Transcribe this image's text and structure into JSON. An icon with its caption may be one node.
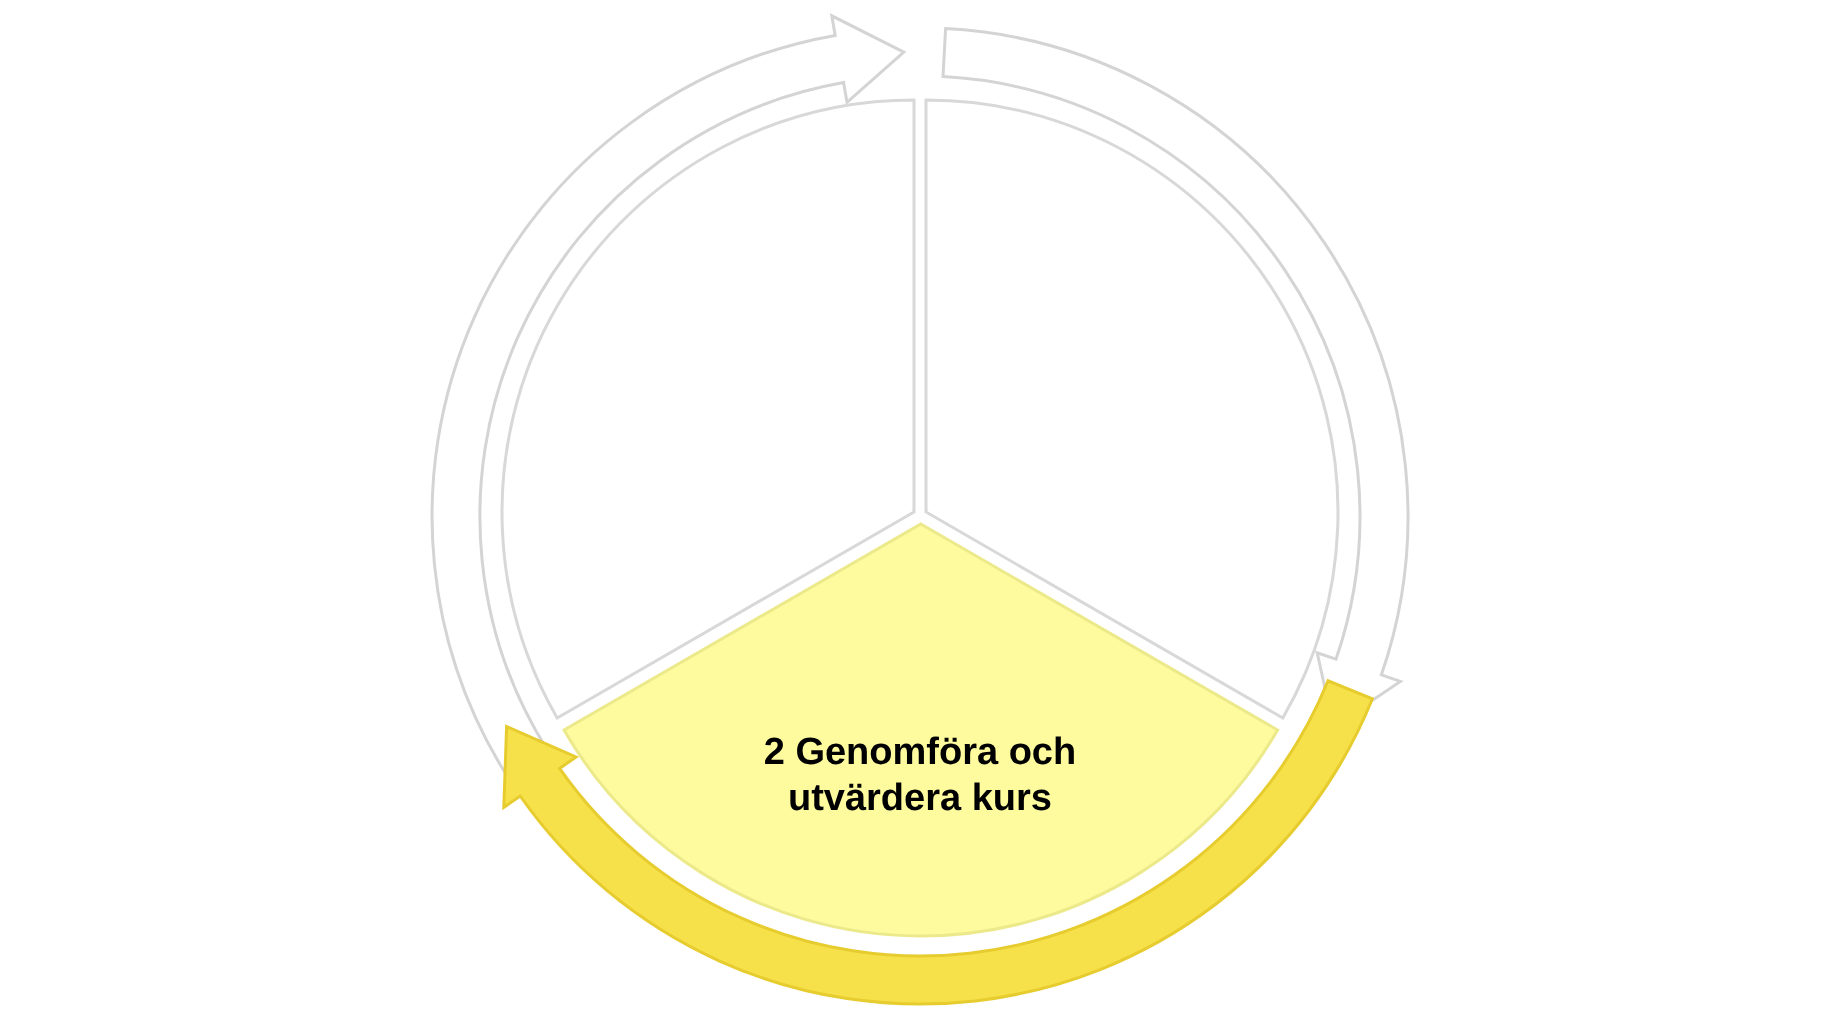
{
  "diagram": {
    "nodes": [
      {
        "text": [],
        "shape": "sector"
      },
      {
        "text": [],
        "shape": "sector"
      },
      {
        "text": [
          "2 Genomföra och utvärdera kurs"
        ]
      }
    ],
    "edges": [
      {
        "from": 0,
        "to": 1,
        "arrow": "to"
      },
      {
        "from": 1,
        "to": 2,
        "arrow": "to"
      },
      {
        "from": 2,
        "to": 0,
        "arrow": "to",
        "color": "#f7e14a"
      }
    ]
  }
}
